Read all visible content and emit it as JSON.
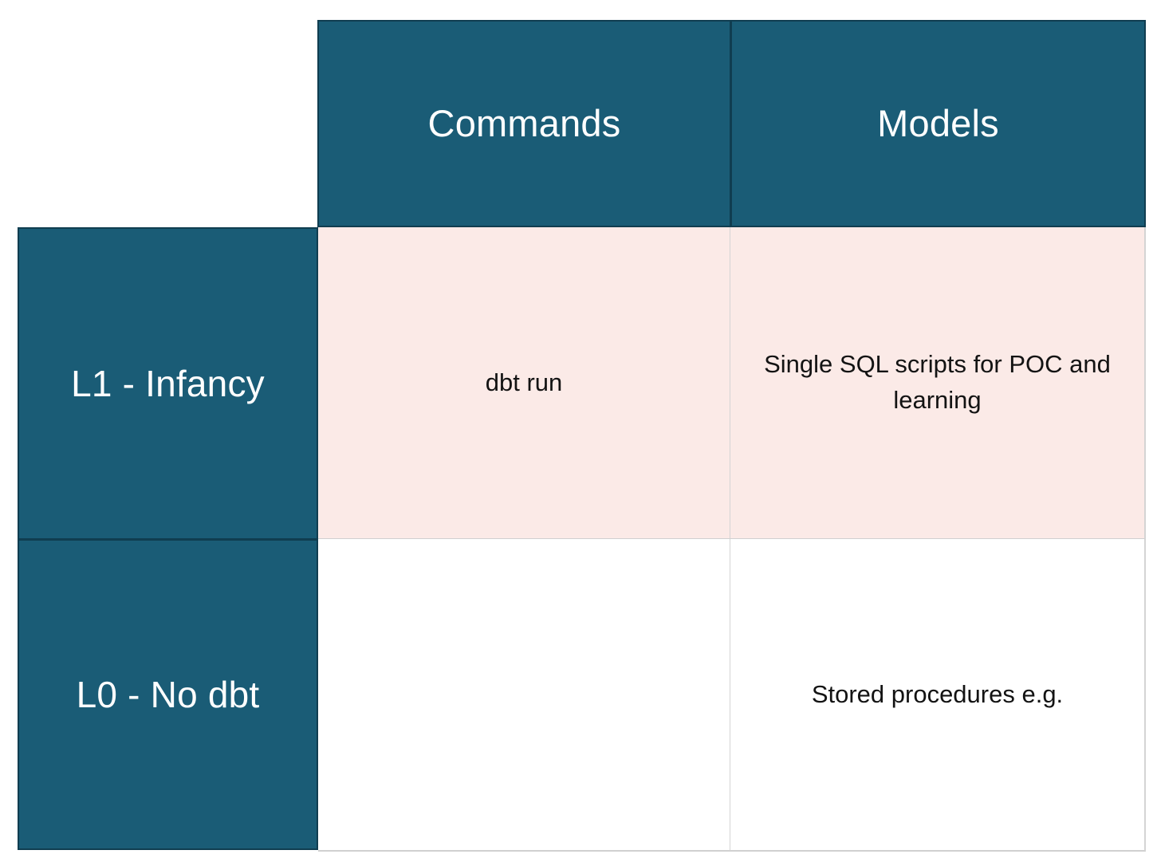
{
  "diagram": {
    "type": "maturity-matrix-table",
    "colors": {
      "header_fill": "#1A5C76",
      "header_border": "#103D50",
      "header_text": "#FFFFFF",
      "row_highlight_fill": "#FBEAE7",
      "cell_fill": "#FFFFFF",
      "cell_text": "#131313",
      "grid_line": "#D4D4D4",
      "page_background": "#FFFFFF"
    },
    "corner": {
      "label": ""
    },
    "columns": [
      {
        "key": "commands",
        "label": "Commands"
      },
      {
        "key": "models",
        "label": "Models"
      }
    ],
    "rows": [
      {
        "key": "l1",
        "label": "L1 - Infancy",
        "highlight": true,
        "cells": {
          "commands": "dbt run",
          "models": "Single SQL scripts for POC and learning"
        }
      },
      {
        "key": "l0",
        "label": "L0 - No dbt",
        "highlight": false,
        "cells": {
          "commands": "",
          "models": "Stored procedures e.g."
        }
      }
    ]
  }
}
